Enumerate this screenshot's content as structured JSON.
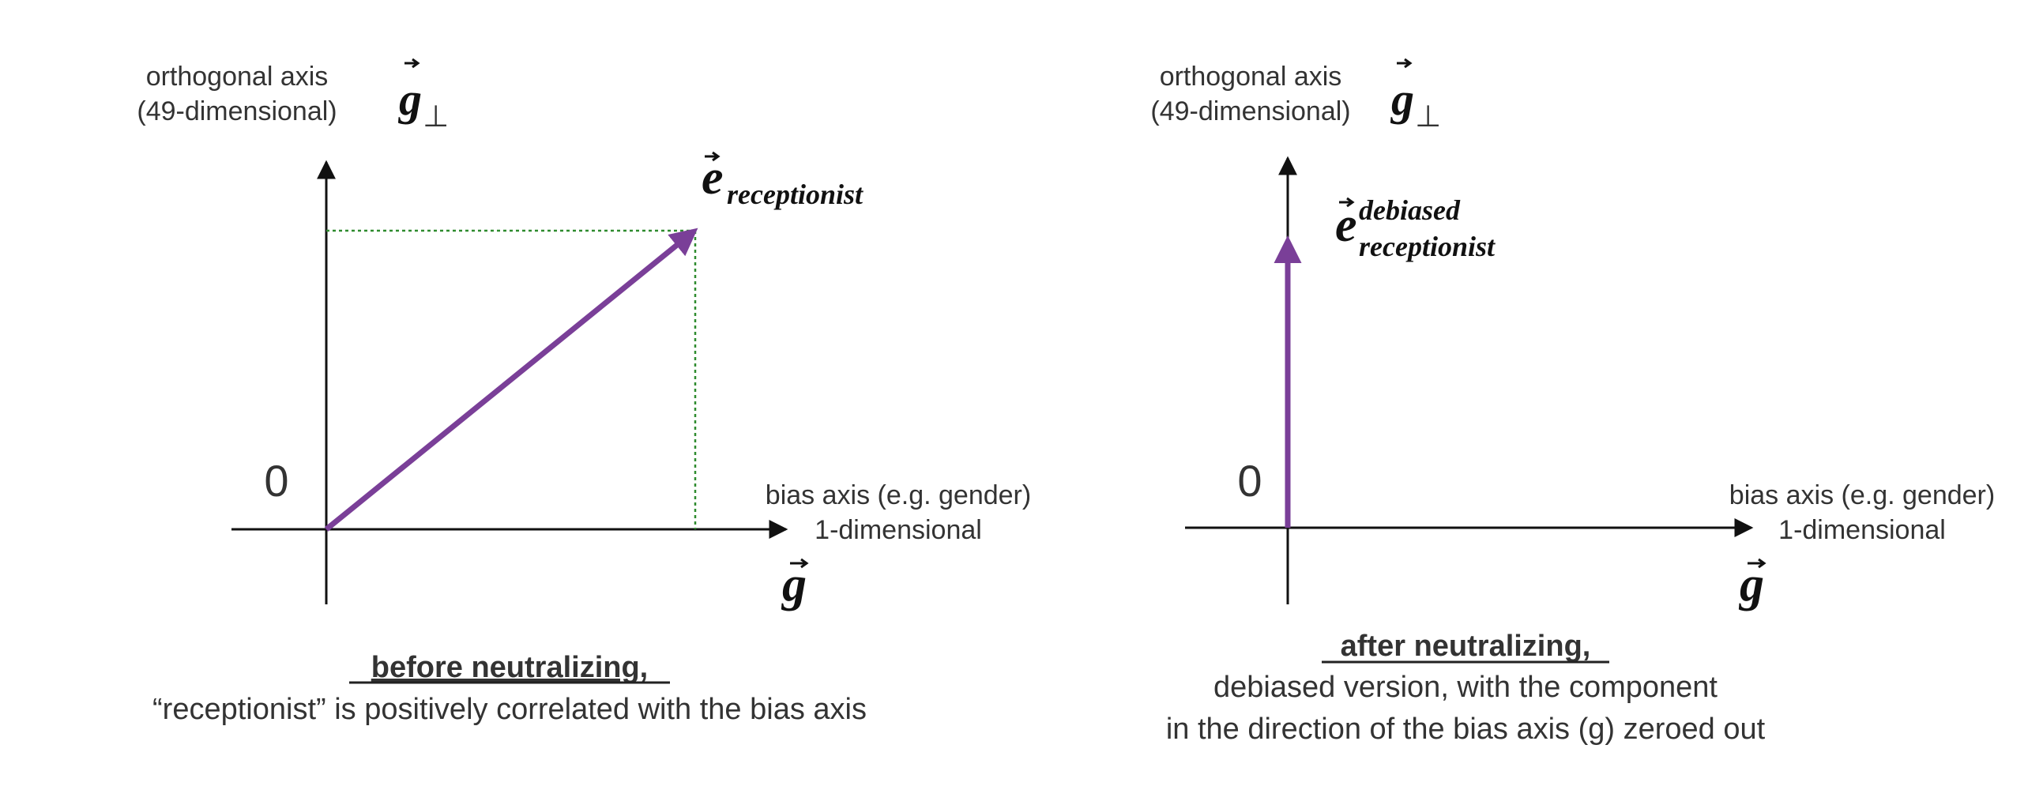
{
  "colors": {
    "vector": "#7a3f98",
    "projection": "#2e8b2e",
    "axis": "#111111",
    "text": "#333333"
  },
  "panels": [
    {
      "orthogonal_label_line1": "orthogonal axis",
      "orthogonal_label_line2": "(49-dimensional)",
      "ortho_symbol": "g",
      "ortho_subscript": "⊥",
      "origin": "0",
      "bias_label_line1": "bias axis (e.g. gender)",
      "bias_label_line2": "1-dimensional",
      "bias_symbol": "g",
      "vector_symbol": "e",
      "vector_subscript": "receptionist",
      "caption_title": "before neutralizing,",
      "caption_line1": "“receptionist” is positively correlated with the bias axis"
    },
    {
      "orthogonal_label_line1": "orthogonal axis",
      "orthogonal_label_line2": "(49-dimensional)",
      "ortho_symbol": "g",
      "ortho_subscript": "⊥",
      "origin": "0",
      "bias_label_line1": "bias axis (e.g. gender)",
      "bias_label_line2": "1-dimensional",
      "bias_symbol": "g",
      "vector_symbol": "e",
      "vector_superscript": "debiased",
      "vector_subscript": "receptionist",
      "caption_title": "after neutralizing,",
      "caption_line1": "debiased version, with the component",
      "caption_line2": "in the direction of the bias axis (g) zeroed out"
    }
  ]
}
